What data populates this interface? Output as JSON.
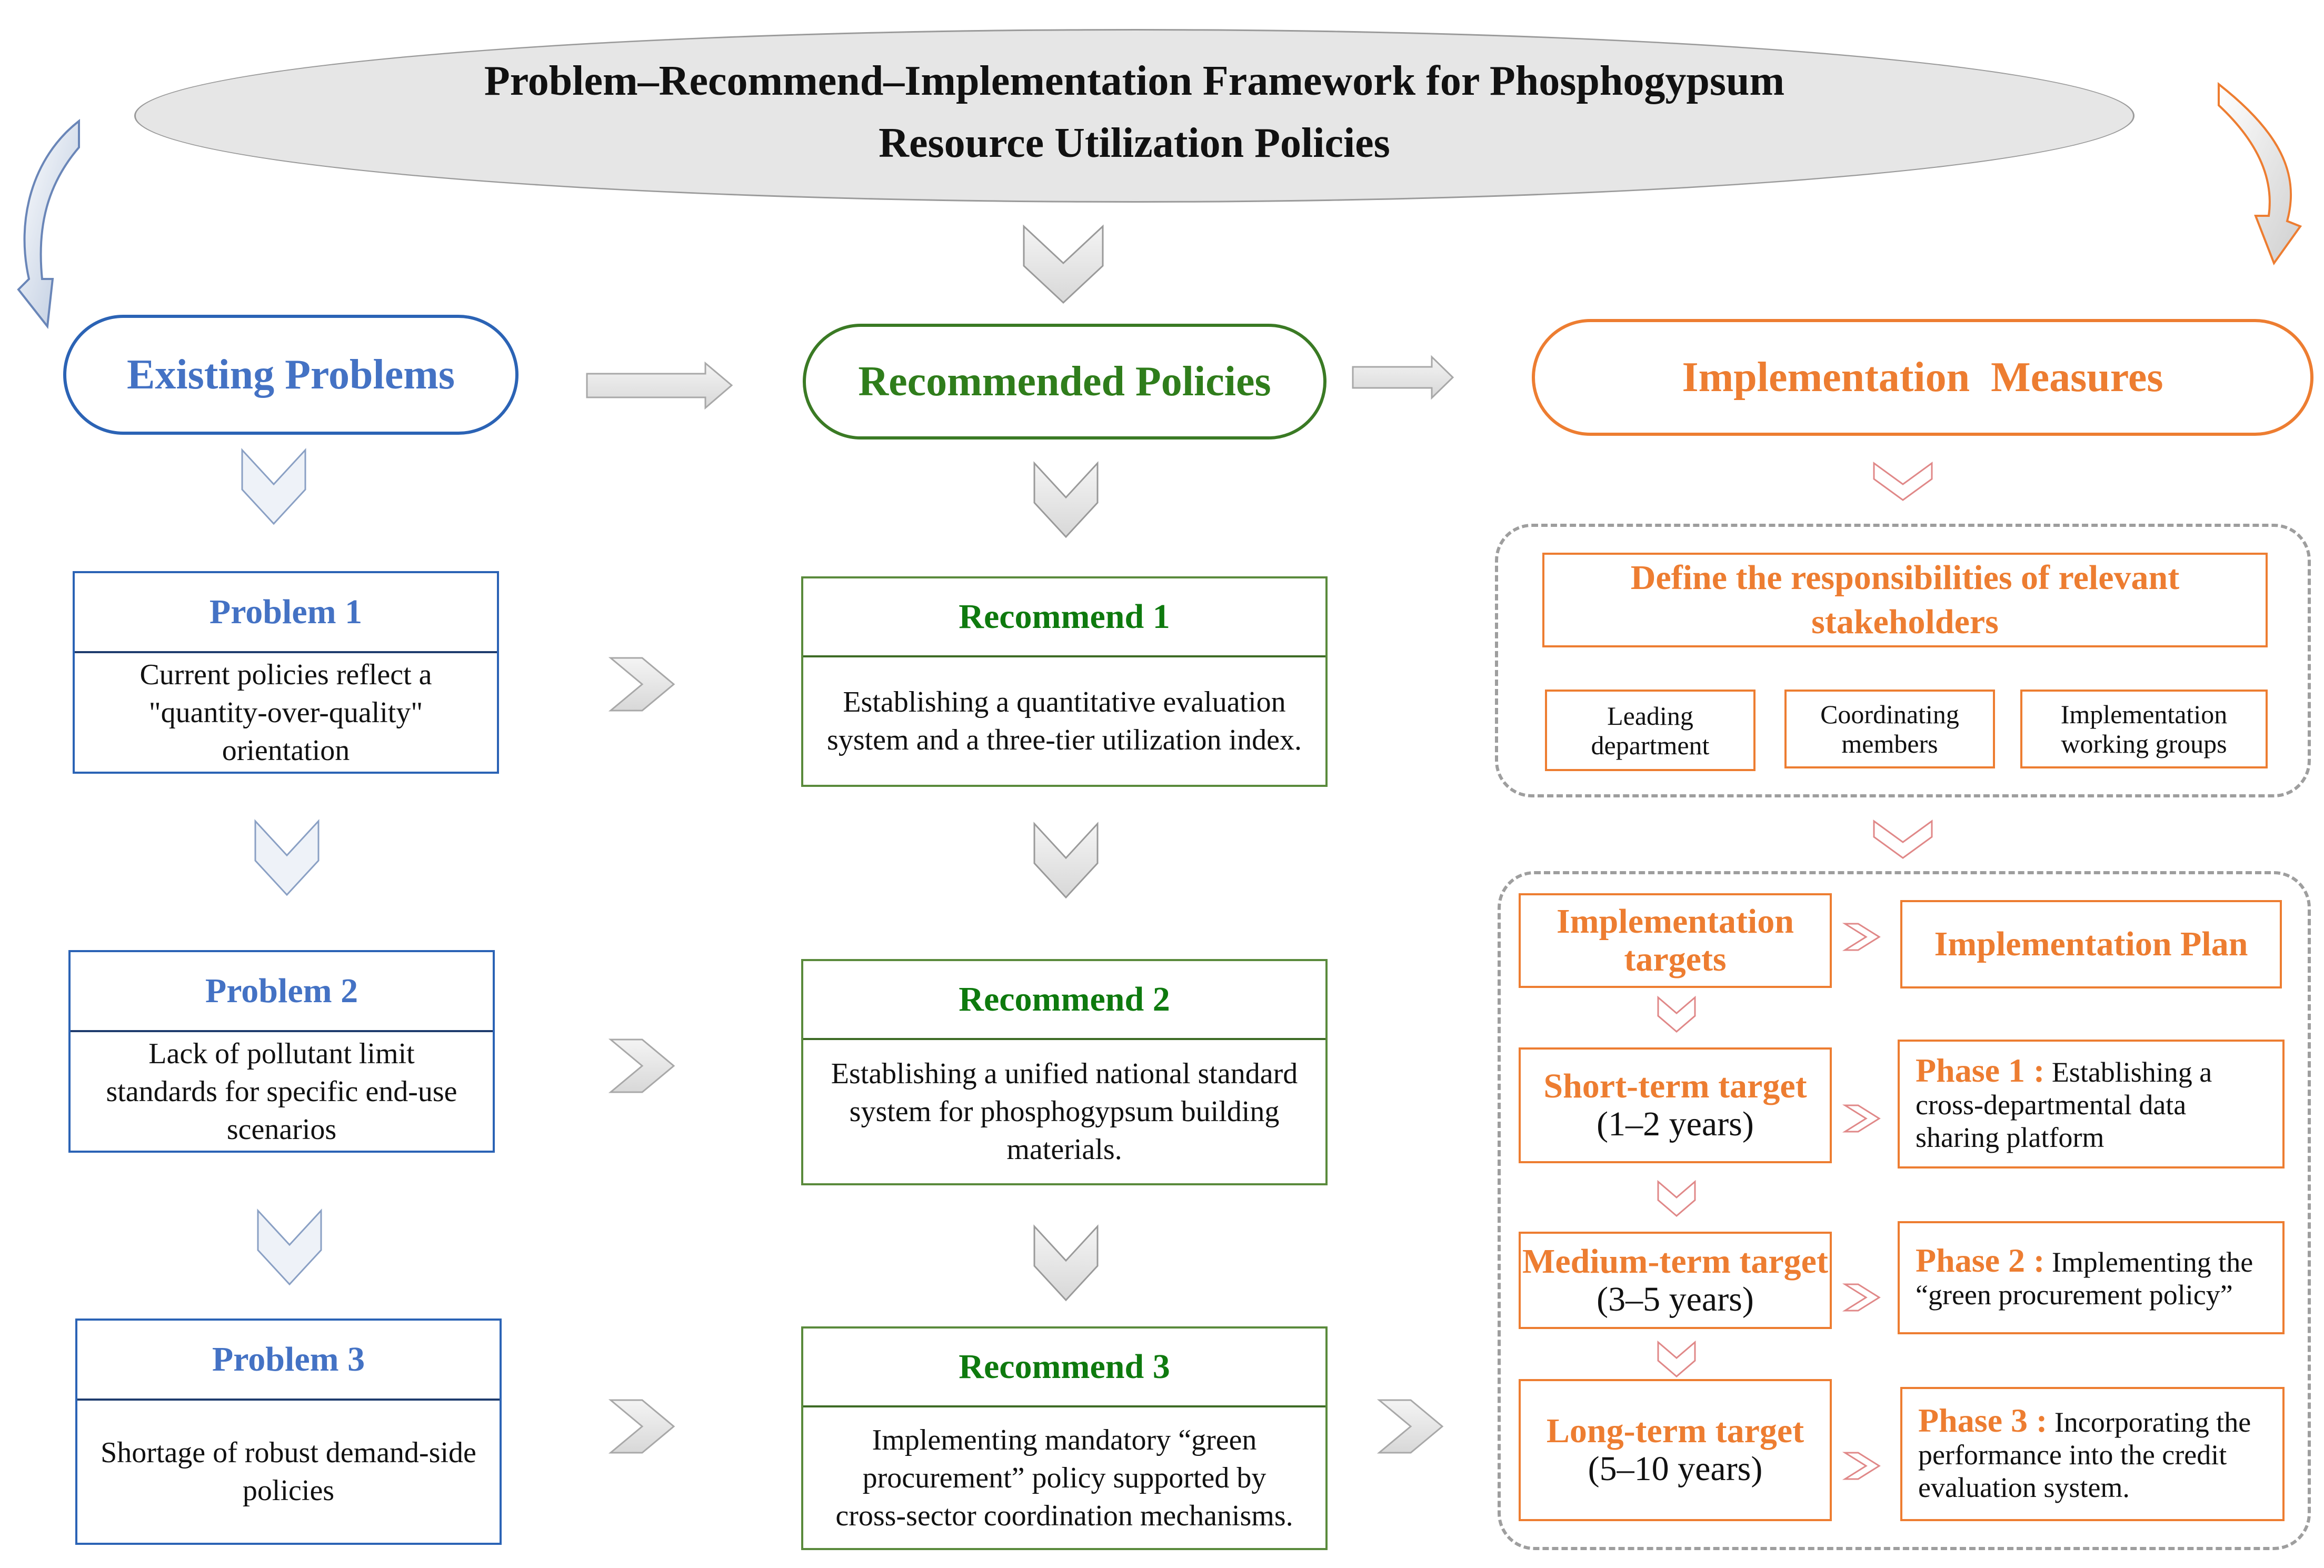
{
  "title": {
    "line1": "Problem–Recommend–Implementation Framework for Phosphogypsum",
    "line2": "Resource Utilization Policies"
  },
  "columns": {
    "problems": "Existing Problems",
    "policies": "Recommended Policies",
    "measures": "Implementation  Measures"
  },
  "problems": [
    {
      "title": "Problem 1",
      "text": "Current policies reflect a \"quantity-over-quality\" orientation"
    },
    {
      "title": "Problem 2",
      "text": "Lack of pollutant limit standards for specific end-use scenarios"
    },
    {
      "title": "Problem 3",
      "text": "Shortage of robust demand-side policies"
    }
  ],
  "recommends": [
    {
      "title": "Recommend 1",
      "text": "Establishing a quantitative evaluation system and a three-tier utilization index."
    },
    {
      "title": "Recommend 2",
      "text": "Establishing a unified national standard system for phosphogypsum building materials."
    },
    {
      "title": "Recommend 3",
      "text": "Implementing mandatory “green procurement” policy supported by cross-sector coordination mechanisms."
    }
  ],
  "stakeholders": {
    "title": "Define the responsibilities of relevant stakeholders",
    "items": [
      "Leading department",
      "Coordinating members",
      "Implementation working groups"
    ]
  },
  "plan": {
    "targets_header": "Implementation targets",
    "plan_header": "Implementation Plan",
    "targets": [
      {
        "name": "Short-term target",
        "period": "(1–2 years)"
      },
      {
        "name": "Medium-term target",
        "period": "(3–5 years)"
      },
      {
        "name": "Long-term target",
        "period": "(5–10 years)"
      }
    ],
    "phases": [
      {
        "label": "Phase 1 :",
        "text": "Establishing a cross-departmental data sharing platform"
      },
      {
        "label": "Phase 2 :",
        "text": "Implementing the “green procurement policy”"
      },
      {
        "label": "Phase 3 :",
        "text": "Incorporating the performance into the credit evaluation system."
      }
    ]
  },
  "colors": {
    "blue": "#4472c4",
    "green": "#2f7d1b",
    "orange": "#ed7d31",
    "title_fill": "#e6e6e6"
  }
}
